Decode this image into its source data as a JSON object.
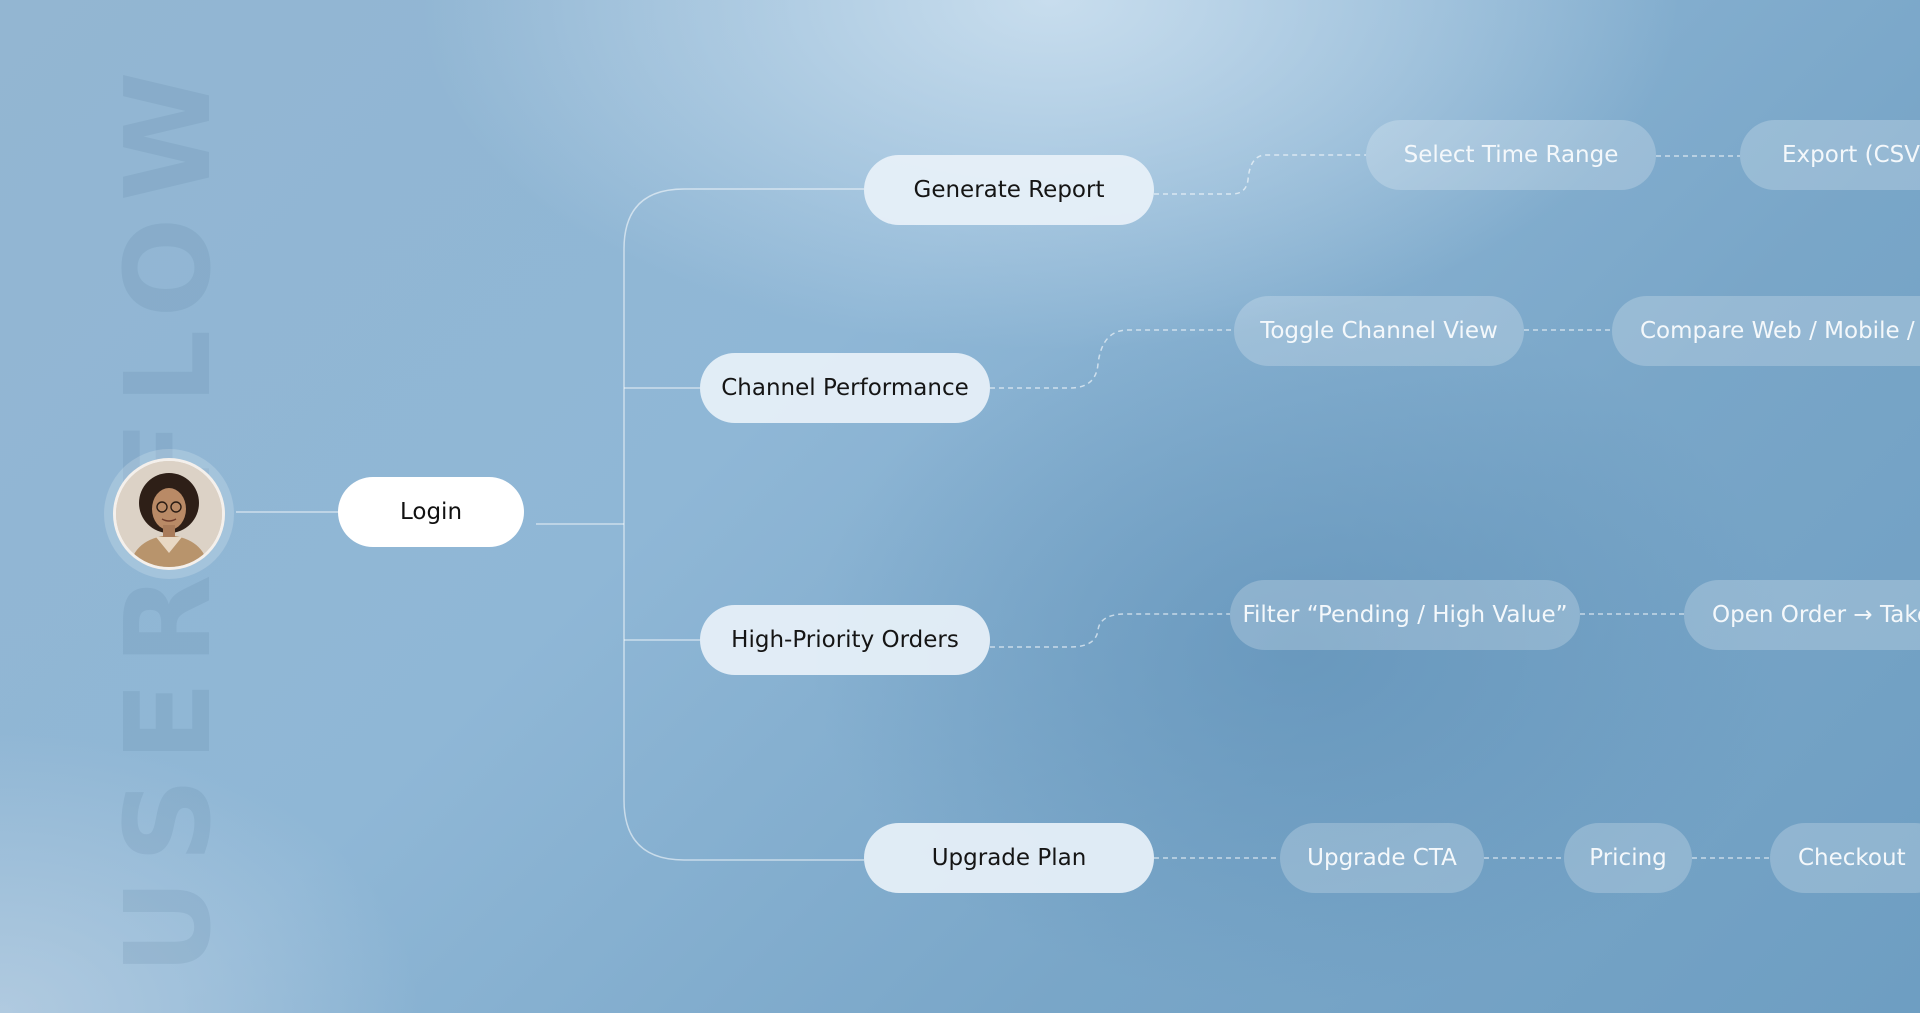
{
  "watermark": "USER FLOW",
  "start": {
    "avatar_icon": "user-portrait-icon",
    "label": "Login"
  },
  "branches": [
    {
      "label": "Generate Report",
      "steps": [
        "Select Time Range",
        "Export (CSV"
      ]
    },
    {
      "label": "Channel Performance",
      "steps": [
        "Toggle Channel View",
        "Compare Web / Mobile / M"
      ]
    },
    {
      "label": "High-Priority Orders",
      "steps": [
        "Filter “Pending / High Value”",
        "Open Order → Take"
      ]
    },
    {
      "label": "Upgrade Plan",
      "steps": [
        "Upgrade CTA",
        "Pricing",
        "Checkout"
      ]
    }
  ]
}
